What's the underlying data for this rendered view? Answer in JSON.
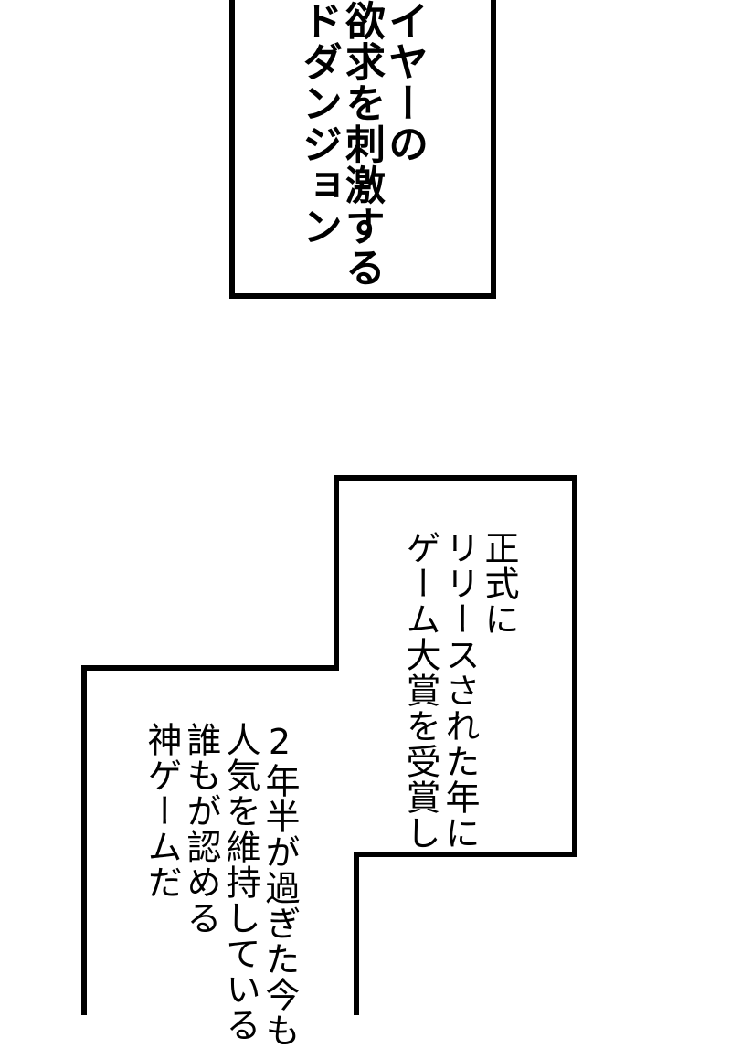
{
  "top_box": {
    "lines": [
      "イヤーの",
      "欲求を刺激する",
      "ドダンジョン"
    ]
  },
  "box_upper": {
    "lines": [
      "正式に",
      "リリースされた年に",
      "ゲーム大賞を受賞し"
    ]
  },
  "box_lower": {
    "lines": [
      "2年半が過ぎた今も",
      "人気を維持している",
      "誰もが認める",
      "神ゲームだ"
    ]
  },
  "colors": {
    "ink": "#000000",
    "paper": "#ffffff"
  }
}
